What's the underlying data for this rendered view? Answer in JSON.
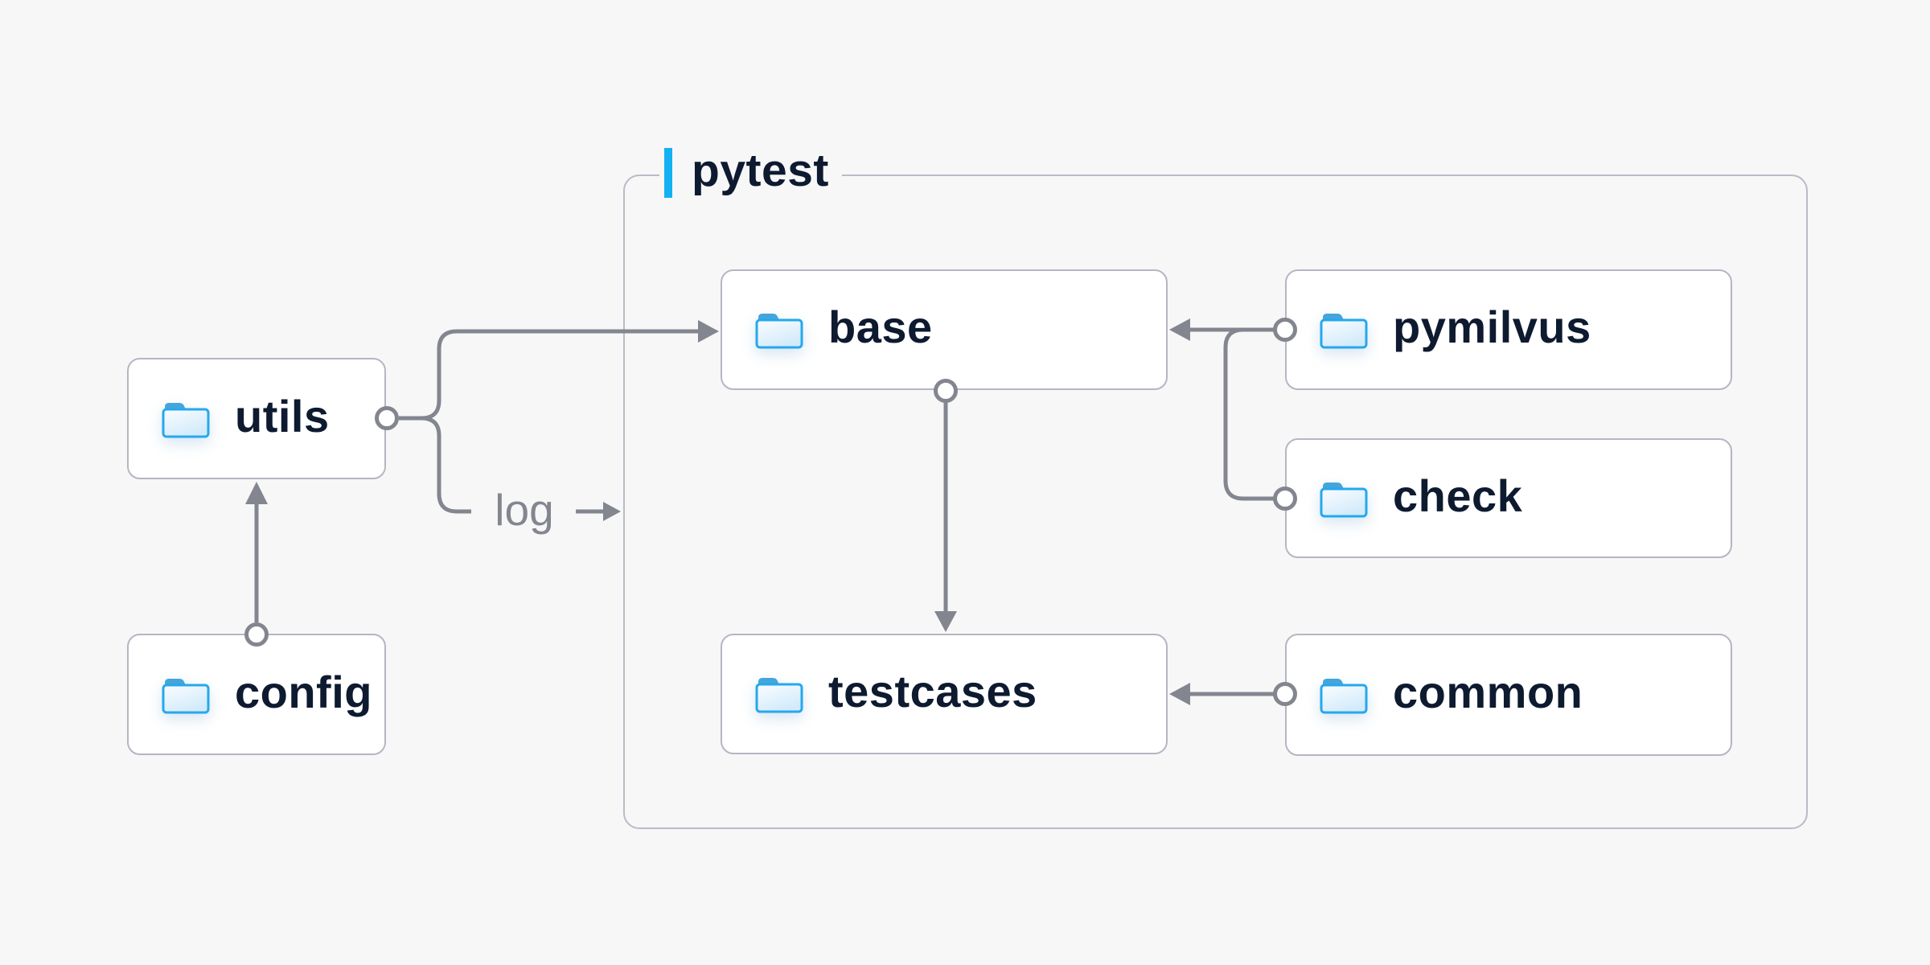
{
  "diagram": {
    "background": "#f7f7f8",
    "group": {
      "label": "pytest"
    },
    "nodes": [
      {
        "id": "utils",
        "label": "utils",
        "inside_group": false
      },
      {
        "id": "config",
        "label": "config",
        "inside_group": false
      },
      {
        "id": "base",
        "label": "base",
        "inside_group": true
      },
      {
        "id": "pymilvus",
        "label": "pymilvus",
        "inside_group": true
      },
      {
        "id": "check",
        "label": "check",
        "inside_group": true
      },
      {
        "id": "testcases",
        "label": "testcases",
        "inside_group": true
      },
      {
        "id": "common",
        "label": "common",
        "inside_group": true
      }
    ],
    "edges": [
      {
        "from": "config",
        "to": "utils",
        "label": ""
      },
      {
        "from": "utils",
        "to": "base",
        "label": ""
      },
      {
        "from": "utils",
        "to": "pytest-group",
        "label": "log"
      },
      {
        "from": "pymilvus",
        "to": "base",
        "label": ""
      },
      {
        "from": "check",
        "to": "base",
        "label": ""
      },
      {
        "from": "base",
        "to": "testcases",
        "label": ""
      },
      {
        "from": "common",
        "to": "testcases",
        "label": ""
      }
    ],
    "log_label": "log",
    "icons": {
      "node_icon": "folder-icon"
    },
    "colors": {
      "accent": "#14b1f2",
      "connector": "#83868f",
      "node_border": "#b4b7c2",
      "group_border": "#b9bcc6",
      "text": "#0d1a30",
      "edge_label_text": "#83868f",
      "folder_stroke": "#25a8ee",
      "folder_tab": "#45a5db",
      "folder_fill_top": "#fafdff",
      "folder_fill_bottom": "#d2eafa",
      "background": "#f7f7f8"
    }
  }
}
